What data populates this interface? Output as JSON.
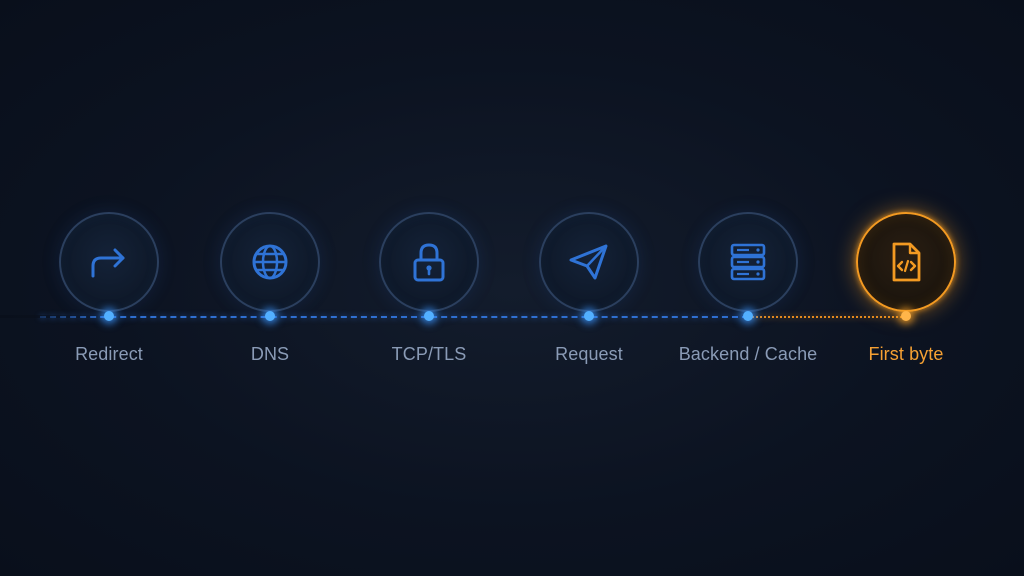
{
  "steps": [
    {
      "label": "Redirect",
      "icon": "redirect-arrow-icon",
      "active": false
    },
    {
      "label": "DNS",
      "icon": "globe-icon",
      "active": false
    },
    {
      "label": "TCP/TLS",
      "icon": "lock-icon",
      "active": false
    },
    {
      "label": "Request",
      "icon": "paper-plane-icon",
      "active": false
    },
    {
      "label": "Backend / Cache",
      "icon": "server-icon",
      "active": false
    },
    {
      "label": "First byte",
      "icon": "code-file-icon",
      "active": true
    }
  ],
  "colors": {
    "background": "#0c1321",
    "inactive_stroke": "#2f73d6",
    "active_accent": "#f39a22",
    "label": "#8a9bb6"
  }
}
